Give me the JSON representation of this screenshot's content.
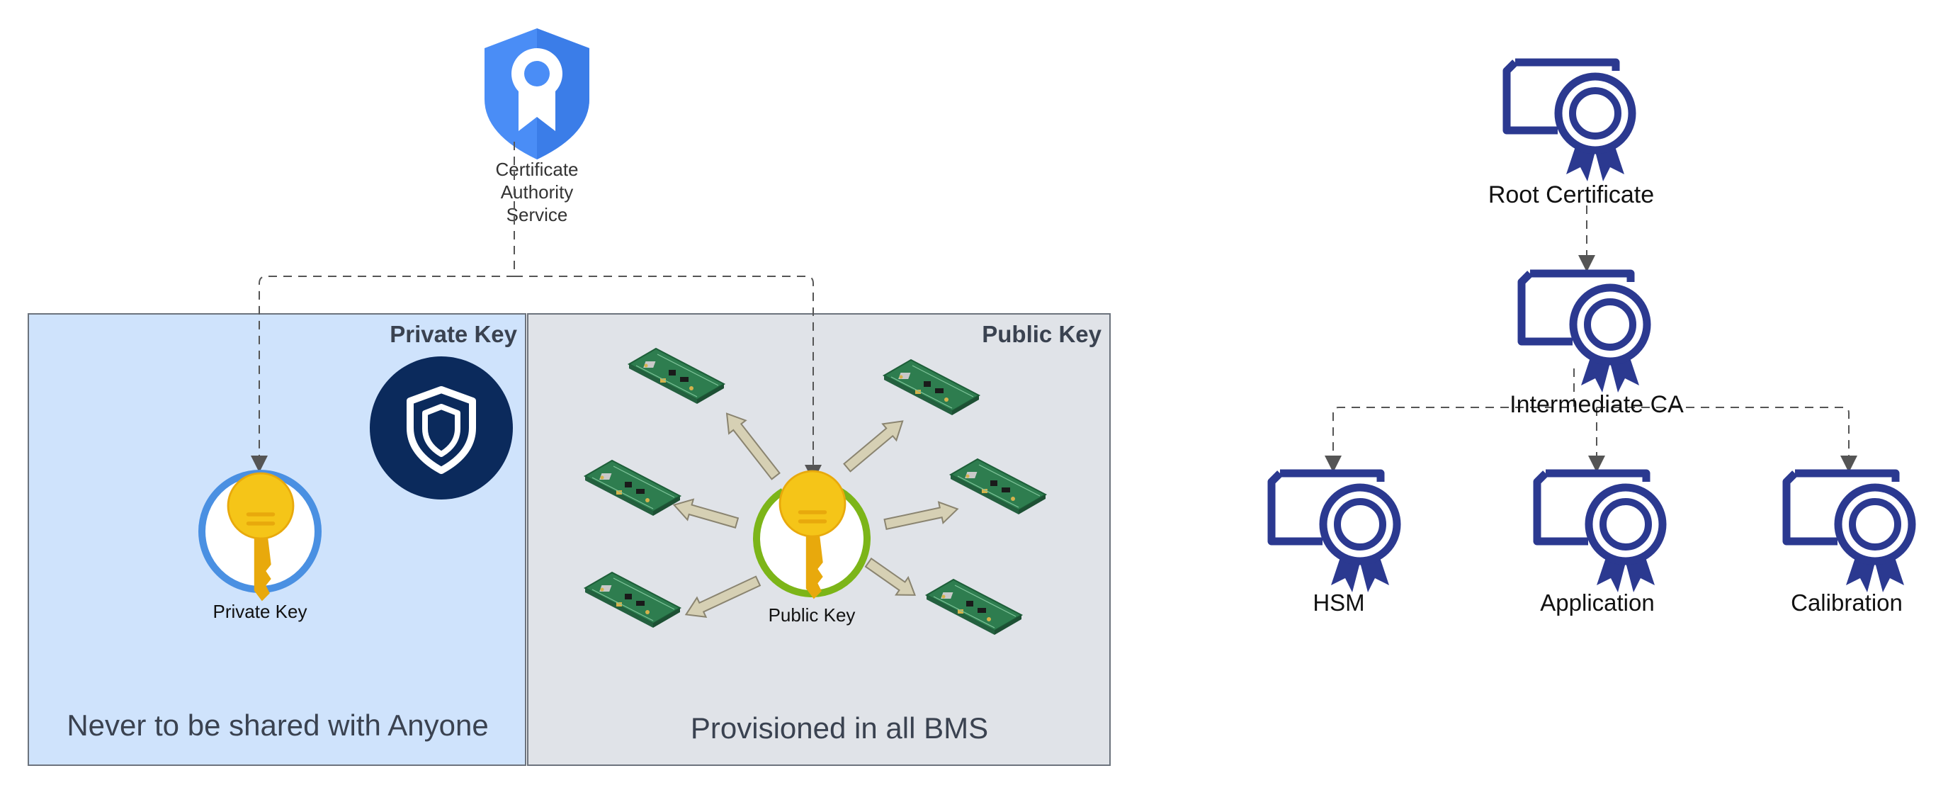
{
  "ca_service": {
    "label_lines": [
      "Certificate",
      "Authority",
      "Service"
    ]
  },
  "private_panel": {
    "title": "Private Key",
    "key_label": "Private Key",
    "footer": "Never to be shared with Anyone",
    "icon": "shield-icon",
    "fill": "#cfe3fc"
  },
  "public_panel": {
    "title": "Public Key",
    "key_label": "Public Key",
    "footer": "Provisioned in all BMS",
    "icon": "circuit-board-icon",
    "fill": "#e0e3e8"
  },
  "hierarchy": {
    "root": "Root Certificate",
    "intermediate": "Intermediate CA",
    "leaves": [
      "HSM",
      "Application",
      "Calibration"
    ],
    "icon": "certificate-icon",
    "color": "#2b3990"
  },
  "colors": {
    "panel_border": "#6c737d",
    "panel_title": "#3a4250",
    "footer_text": "#3a4250",
    "connector": "#555555",
    "shield_dark": "#0b2a5c",
    "ca_blue": "#3b82f6",
    "key_yellow": "#f5c518",
    "ring_blue": "#4a90e2",
    "ring_green": "#7cb518",
    "arrow_fill": "#d6d0b4",
    "pcb_green": "#2e7d4f"
  }
}
